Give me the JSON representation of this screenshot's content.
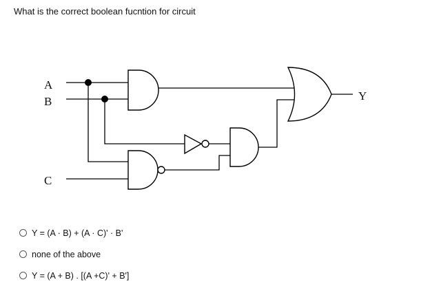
{
  "question": {
    "text": "What is the correct boolean fucntion for circuit"
  },
  "circuit": {
    "inputs": [
      "A",
      "B",
      "C"
    ],
    "output": "Y",
    "gates": [
      {
        "type": "AND",
        "inputs": [
          "A",
          "B"
        ]
      },
      {
        "type": "NAND",
        "inputs": [
          "A",
          "C"
        ]
      },
      {
        "type": "NOT",
        "inputs": [
          "B"
        ]
      },
      {
        "type": "AND",
        "inputs": [
          "B'",
          "(A·C)'"
        ]
      },
      {
        "type": "OR",
        "inputs": [
          "A·B",
          "(A·C)'·B'"
        ]
      }
    ]
  },
  "options": [
    {
      "label": "Y = (A · B) + (A · C)' · B'",
      "selected": false
    },
    {
      "label": "none of the above",
      "selected": false
    },
    {
      "label": "Y = (A + B) . [(A +C)' + B']",
      "selected": false
    }
  ]
}
